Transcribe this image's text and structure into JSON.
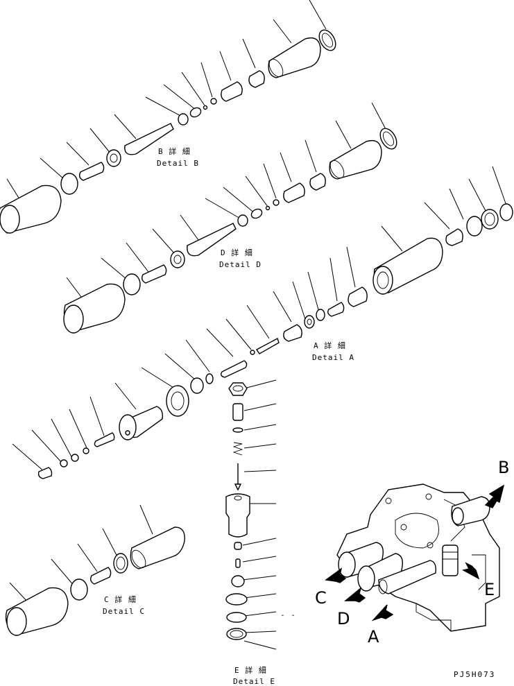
{
  "details": {
    "b": {
      "jp": "B 詳 細",
      "en": "Detail B"
    },
    "d": {
      "jp": "D 詳 細",
      "en": "Detail D"
    },
    "a": {
      "jp": "A 詳 細",
      "en": "Detail A"
    },
    "c": {
      "jp": "C 詳 細",
      "en": "Detail C"
    },
    "e": {
      "jp": "E 詳 細",
      "en": "Detail E"
    }
  },
  "callouts": {
    "a": "A",
    "b": "B",
    "c": "C",
    "d": "D",
    "e": "E"
  },
  "drawing_code": "PJ5H073",
  "dash_mark": "- -"
}
